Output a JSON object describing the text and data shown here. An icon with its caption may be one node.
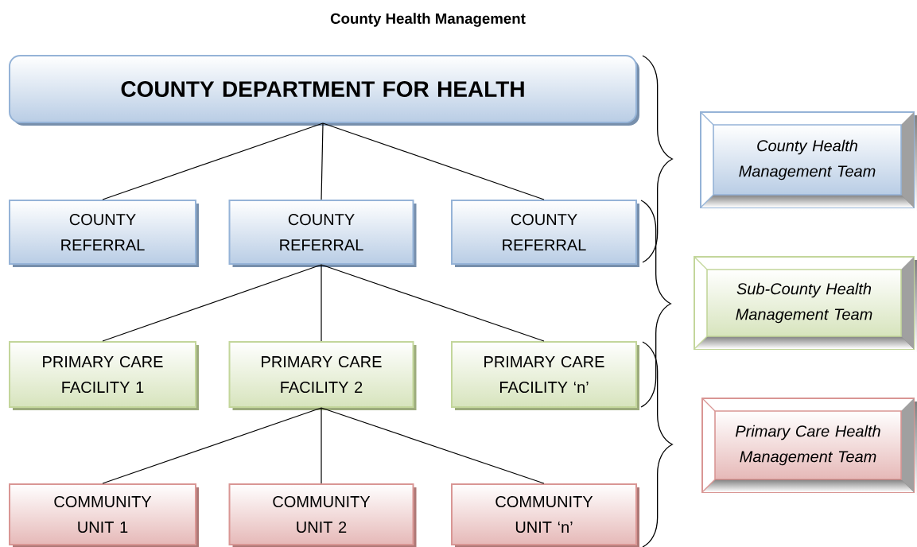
{
  "diagram": {
    "title": "County Health Management",
    "nodes": [
      {
        "text": [
          "COUNTY DEPARTMENT FOR HEALTH"
        ]
      },
      {
        "text": [
          "COUNTY REFERRAL"
        ]
      },
      {
        "text": [
          "COUNTY REFERRAL"
        ]
      },
      {
        "text": [
          "COUNTY REFERRAL"
        ]
      },
      {
        "text": [
          "PRIMARY CARE FACILITY 1"
        ]
      },
      {
        "text": [
          "PRIMARY CARE FACILITY 2"
        ]
      },
      {
        "text": [
          "PRIMARY CARE FACILITY ‘n’"
        ]
      },
      {
        "text": [
          "COMMUNITY UNIT 1"
        ]
      },
      {
        "text": [
          "COMMUNITY UNIT 2"
        ]
      },
      {
        "text": [
          "COMMUNITY UNIT ‘n’"
        ]
      },
      {
        "text": [
          "County Health Management Team"
        ]
      },
      {
        "text": [
          "Sub-County Health Management Team"
        ]
      },
      {
        "text": [
          "Primary Care Health Management Team"
        ]
      }
    ],
    "edges": [
      {
        "from": 0,
        "to": 1,
        "arrow": "none"
      },
      {
        "from": 0,
        "to": 2,
        "arrow": "none"
      },
      {
        "from": 0,
        "to": 3,
        "arrow": "none"
      },
      {
        "from": 2,
        "to": 4,
        "arrow": "none"
      },
      {
        "from": 2,
        "to": 5,
        "arrow": "none"
      },
      {
        "from": 2,
        "to": 6,
        "arrow": "none"
      },
      {
        "from": 5,
        "to": 7,
        "arrow": "none"
      },
      {
        "from": 5,
        "to": 8,
        "arrow": "none"
      },
      {
        "from": 5,
        "to": 9,
        "arrow": "none"
      }
    ]
  }
}
